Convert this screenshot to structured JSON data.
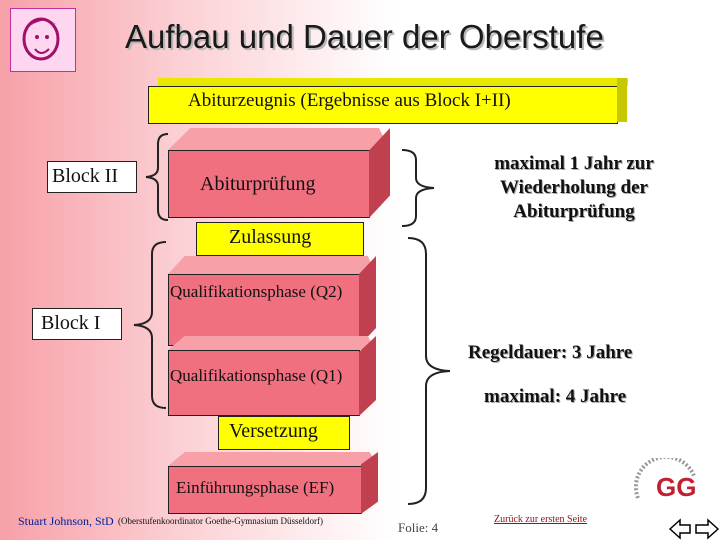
{
  "slide": {
    "title": "Aufbau und Dauer der Oberstufe",
    "abitur_zeugnis": "Abiturzeugnis (Ergebnisse aus Block I+II)",
    "block2": "Block II",
    "block1": "Block I",
    "abiturpruefung": "Abiturprüfung",
    "zulassung": "Zulassung",
    "q2": "Qualifikationsphase (Q2)",
    "q1": "Qualifikationsphase (Q1)",
    "versetzung": "Versetzung",
    "ef": "Einführungsphase (EF)",
    "wiederholung": "maximal 1 Jahr zur Wiederholung der Abiturprüfung",
    "regeldauer": "Regeldauer: 3 Jahre",
    "maximal": "maximal: 4 Jahre",
    "author": "Stuart Johnson, StD",
    "author_note": "(Oberstufenkoordinator Goethe-Gymnasium Düsseldorf)",
    "folie": "Folie: 4",
    "back_link": "Zurück zur ersten Seite",
    "badge": "GG"
  },
  "colors": {
    "yellow": "#ffff00",
    "red_box": "#f07080",
    "red_side": "#c04050",
    "red_top": "#f8a0a8"
  }
}
